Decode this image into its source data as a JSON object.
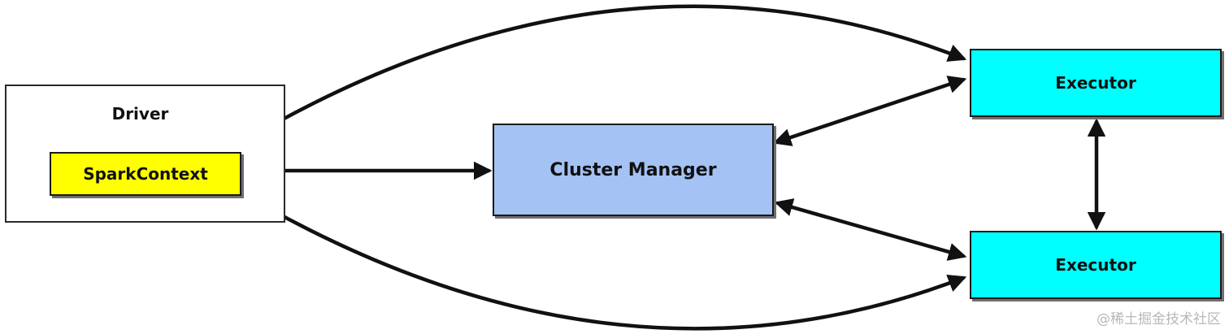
{
  "nodes": {
    "driver": "Driver",
    "spark_context": "SparkContext",
    "cluster_manager": "Cluster Manager",
    "executor_top": "Executor",
    "executor_bottom": "Executor"
  },
  "colors": {
    "spark_context_fill": "#ffff00",
    "cluster_manager_fill": "#a4c2f4",
    "executor_fill": "#00ffff",
    "arrow": "#111111"
  },
  "watermark": "@稀土掘金技术社区"
}
